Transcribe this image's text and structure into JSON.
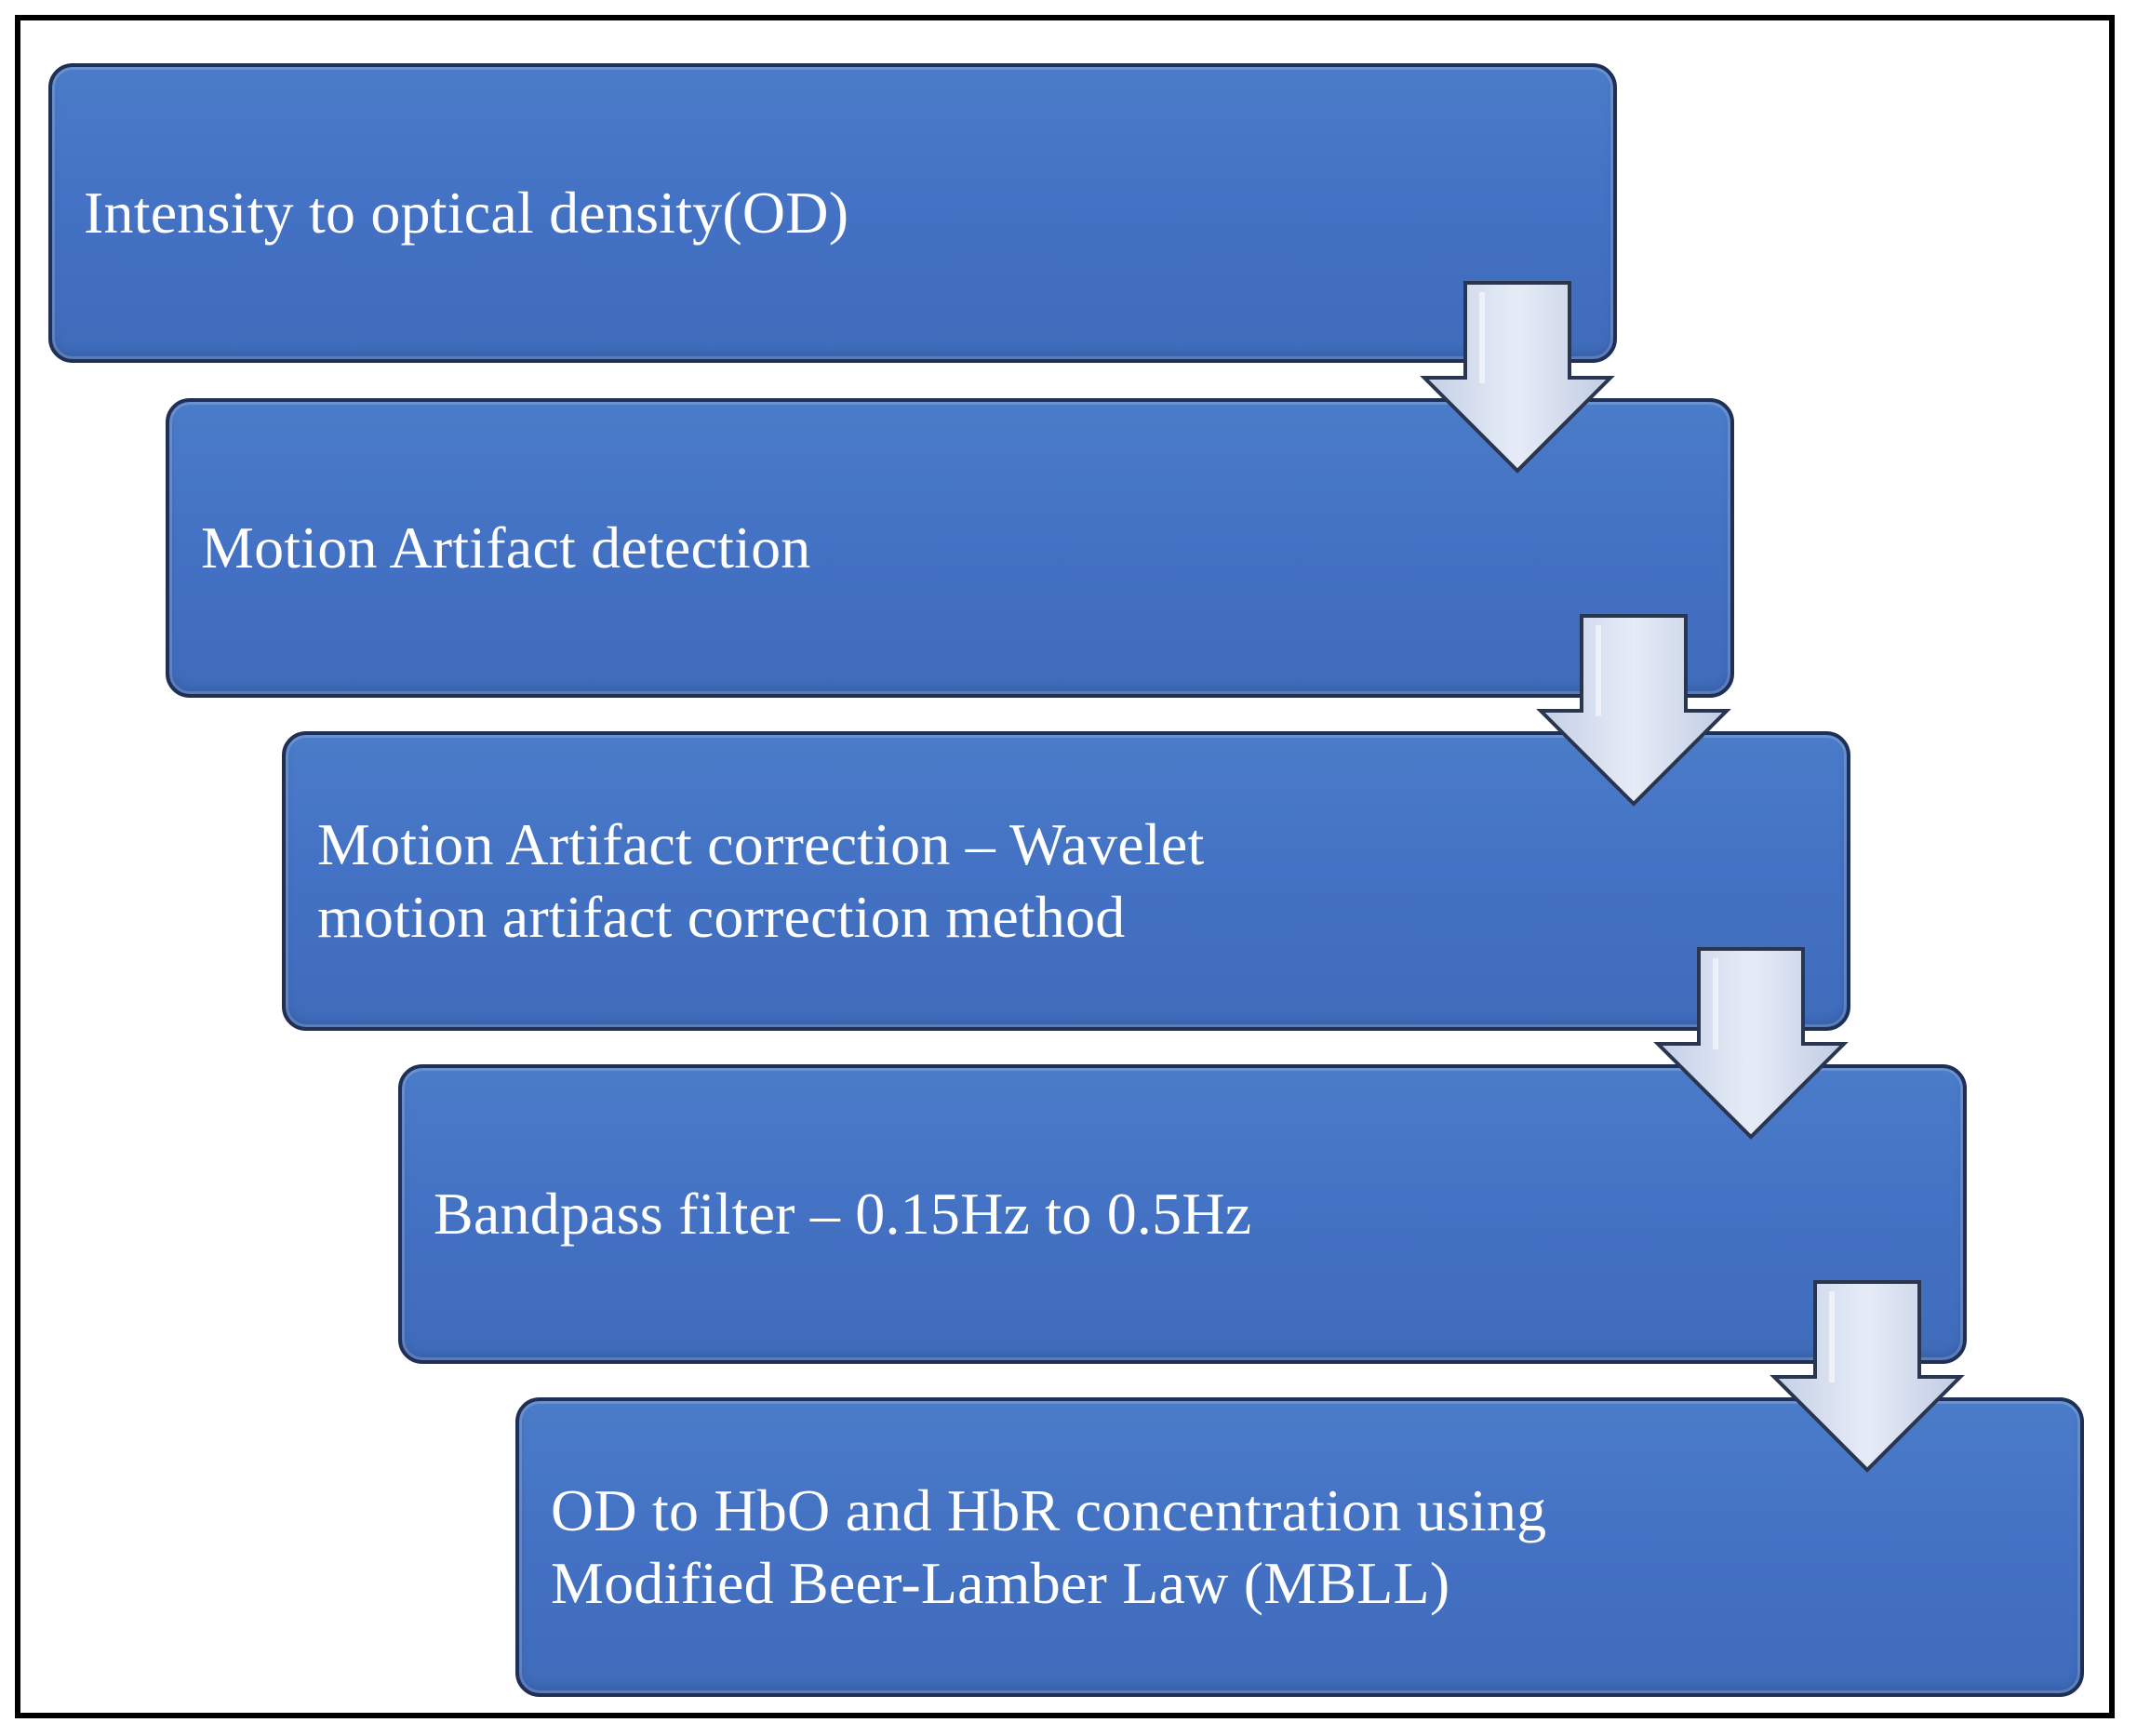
{
  "steps": [
    {
      "label": "Intensity to optical density(OD)"
    },
    {
      "label": "Motion Artifact detection"
    },
    {
      "label": "Motion Artifact correction – Wavelet\nmotion artifact correction method"
    },
    {
      "label": "Bandpass filter – 0.15Hz to 0.5Hz"
    },
    {
      "label": "OD to HbO and HbR concentration using\nModified Beer-Lamber Law (MBLL)"
    }
  ],
  "colors": {
    "box_fill": "#4472c4",
    "box_border": "#1f2f55",
    "text": "#ffffff",
    "arrow_fill": "#d6def0",
    "arrow_border": "#2a3550"
  }
}
